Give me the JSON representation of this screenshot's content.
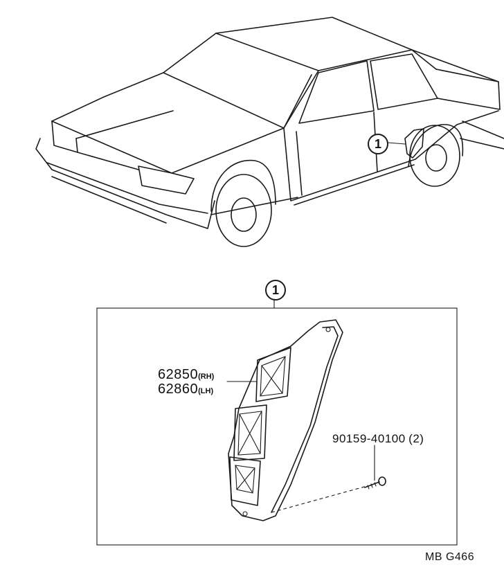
{
  "diagram": {
    "callout_car": "1",
    "callout_detail": "1",
    "part_rh": {
      "number": "62850",
      "suffix": "(RH)"
    },
    "part_lh": {
      "number": "62860",
      "suffix": "(LH)"
    },
    "screw": {
      "number": "90159-40100",
      "qty": "(2)"
    },
    "drawing_code": "MB G466"
  }
}
